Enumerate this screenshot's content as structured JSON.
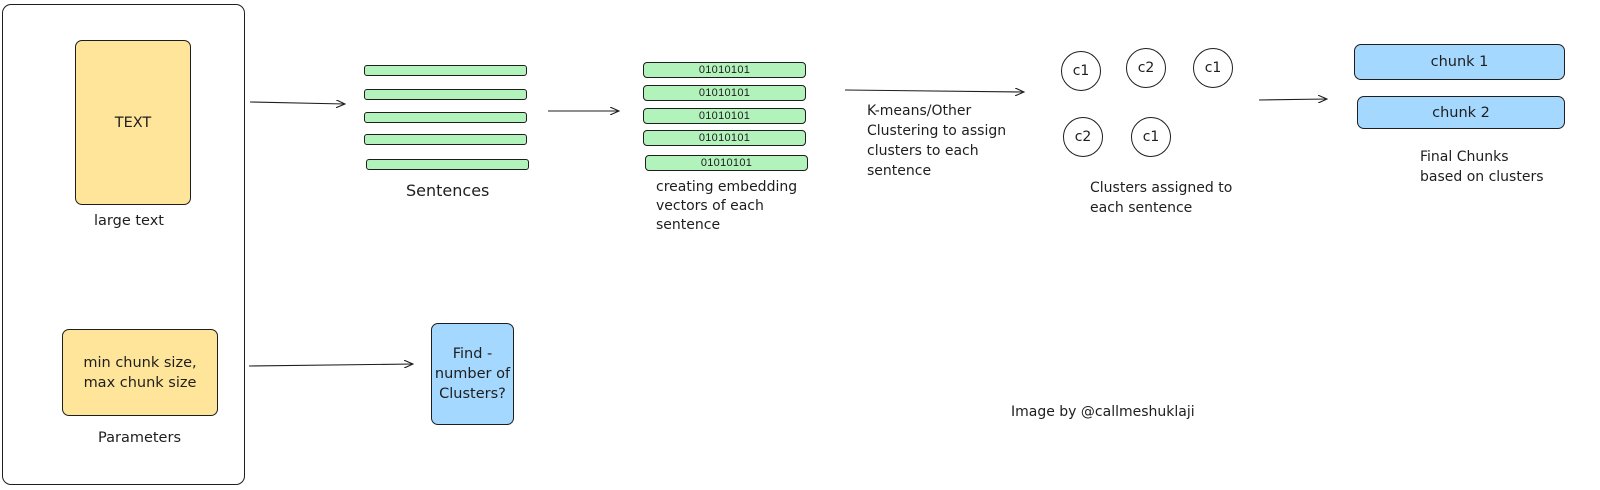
{
  "input": {
    "text_box": "TEXT",
    "text_caption": "large text",
    "params_box_line1": "min chunk size,",
    "params_box_line2": "max chunk size",
    "params_caption": "Parameters"
  },
  "sentences": {
    "caption": "Sentences"
  },
  "embeddings": {
    "rows": [
      "01010101",
      "01010101",
      "01010101",
      "01010101",
      "01010101"
    ],
    "caption_line1": "creating embedding",
    "caption_line2": "vectors of each",
    "caption_line3": "sentence"
  },
  "clustering": {
    "line1": "K-means/Other",
    "line2": "Clustering to assign",
    "line3": "clusters to each",
    "line4": "sentence"
  },
  "clusters": {
    "circles": [
      "c1",
      "c2",
      "c1",
      "c2",
      "c1"
    ],
    "caption_line1": "Clusters assigned to",
    "caption_line2": "each sentence"
  },
  "chunks": {
    "items": [
      "chunk 1",
      "chunk 2"
    ],
    "caption_line1": "Final Chunks",
    "caption_line2": "based on clusters"
  },
  "find_clusters": {
    "line1": "Find -",
    "line2": "number of",
    "line3": "Clusters?"
  },
  "credit": "Image by @callmeshuklaji",
  "colors": {
    "yellow": "#ffe599",
    "green": "#b2f2bb",
    "blue": "#a5d8ff",
    "stroke": "#1e1e1e"
  }
}
